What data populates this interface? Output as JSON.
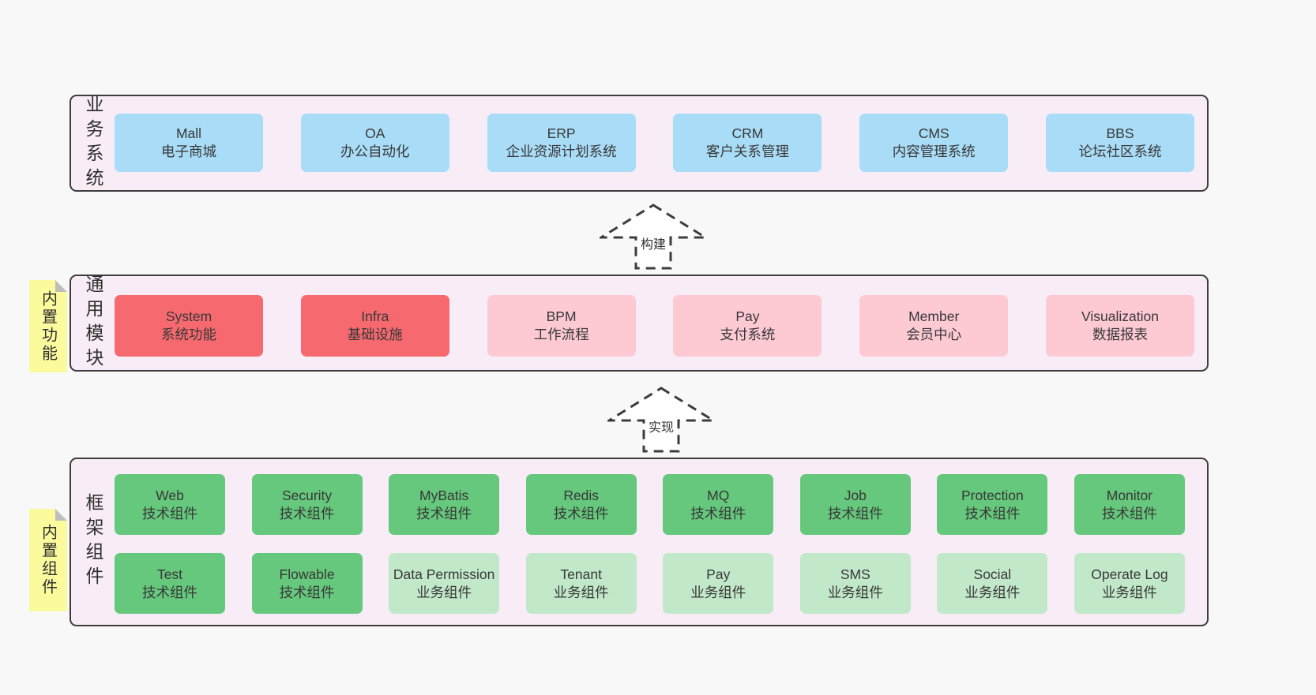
{
  "colors": {
    "pageBg": "#f8f8f8",
    "sectionBg": "#f8edf7",
    "border": "#3d3d3d",
    "text": "#363636",
    "blue": "#a9dcf7",
    "red": "#f5696f",
    "pink": "#fdc9d3",
    "green": "#65c87c",
    "lightGreen": "#c2e8ca",
    "yellow": "#fbfb9d",
    "noteFold": "#bdbdbd",
    "arrowFill": "#ffffff"
  },
  "arrows": [
    {
      "label": "构建"
    },
    {
      "label": "实现"
    }
  ],
  "sections": {
    "business": {
      "label": "业务系统",
      "boxes": [
        {
          "title": "Mall",
          "subtitle": "电子商城",
          "variant": "blue"
        },
        {
          "title": "OA",
          "subtitle": "办公自动化",
          "variant": "blue"
        },
        {
          "title": "ERP",
          "subtitle": "企业资源计划系统",
          "variant": "blue"
        },
        {
          "title": "CRM",
          "subtitle": "客户关系管理",
          "variant": "blue"
        },
        {
          "title": "CMS",
          "subtitle": "内容管理系统",
          "variant": "blue"
        },
        {
          "title": "BBS",
          "subtitle": "论坛社区系统",
          "variant": "blue"
        }
      ]
    },
    "common": {
      "label": "通用模块",
      "note": "内置功能",
      "boxes": [
        {
          "title": "System",
          "subtitle": "系统功能",
          "variant": "red"
        },
        {
          "title": "Infra",
          "subtitle": "基础设施",
          "variant": "red"
        },
        {
          "title": "BPM",
          "subtitle": "工作流程",
          "variant": "pink"
        },
        {
          "title": "Pay",
          "subtitle": "支付系统",
          "variant": "pink"
        },
        {
          "title": "Member",
          "subtitle": "会员中心",
          "variant": "pink"
        },
        {
          "title": "Visualization",
          "subtitle": "数据报表",
          "variant": "pink"
        }
      ]
    },
    "framework": {
      "label": "框架组件",
      "note": "内置组件",
      "rows": {
        "row1": [
          {
            "title": "Web",
            "subtitle": "技术组件",
            "variant": "green"
          },
          {
            "title": "Security",
            "subtitle": "技术组件",
            "variant": "green"
          },
          {
            "title": "MyBatis",
            "subtitle": "技术组件",
            "variant": "green"
          },
          {
            "title": "Redis",
            "subtitle": "技术组件",
            "variant": "green"
          },
          {
            "title": "MQ",
            "subtitle": "技术组件",
            "variant": "green"
          },
          {
            "title": "Job",
            "subtitle": "技术组件",
            "variant": "green"
          },
          {
            "title": "Protection",
            "subtitle": "技术组件",
            "variant": "green"
          },
          {
            "title": "Monitor",
            "subtitle": "技术组件",
            "variant": "green"
          }
        ],
        "row2": [
          {
            "title": "Test",
            "subtitle": "技术组件",
            "variant": "green"
          },
          {
            "title": "Flowable",
            "subtitle": "技术组件",
            "variant": "green"
          },
          {
            "title": "Data Permission",
            "subtitle": "业务组件",
            "variant": "lightgreen"
          },
          {
            "title": "Tenant",
            "subtitle": "业务组件",
            "variant": "lightgreen"
          },
          {
            "title": "Pay",
            "subtitle": "业务组件",
            "variant": "lightgreen"
          },
          {
            "title": "SMS",
            "subtitle": "业务组件",
            "variant": "lightgreen"
          },
          {
            "title": "Social",
            "subtitle": "业务组件",
            "variant": "lightgreen"
          },
          {
            "title": "Operate Log",
            "subtitle": "业务组件",
            "variant": "lightgreen"
          }
        ]
      }
    }
  }
}
